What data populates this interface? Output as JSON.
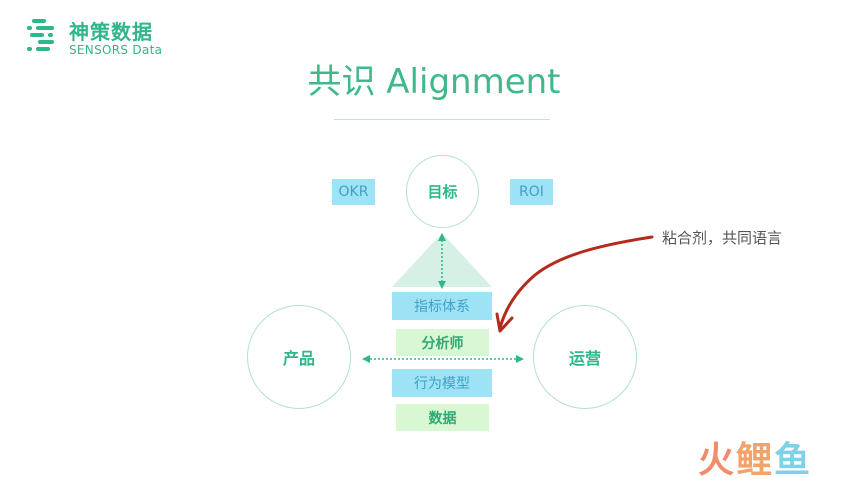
{
  "logo": {
    "cn": "神策数据",
    "en": "SENSORS Data"
  },
  "title": "共识 Alignment",
  "diagram": {
    "goal": "目标",
    "okr": "OKR",
    "roi": "ROI",
    "product": "产品",
    "operations": "运营",
    "stack": [
      "指标体系",
      "分析师",
      "行为模型",
      "数据"
    ]
  },
  "annotation": "粘合剂，共同语言",
  "watermark": {
    "part1": "火",
    "part2": "鲤",
    "part3": "鱼"
  },
  "colors": {
    "brand_green": "#2fb68a",
    "light_blue": "#9ee3f5",
    "light_green": "#d9f7d2",
    "arrow_red": "#b52a1c"
  }
}
